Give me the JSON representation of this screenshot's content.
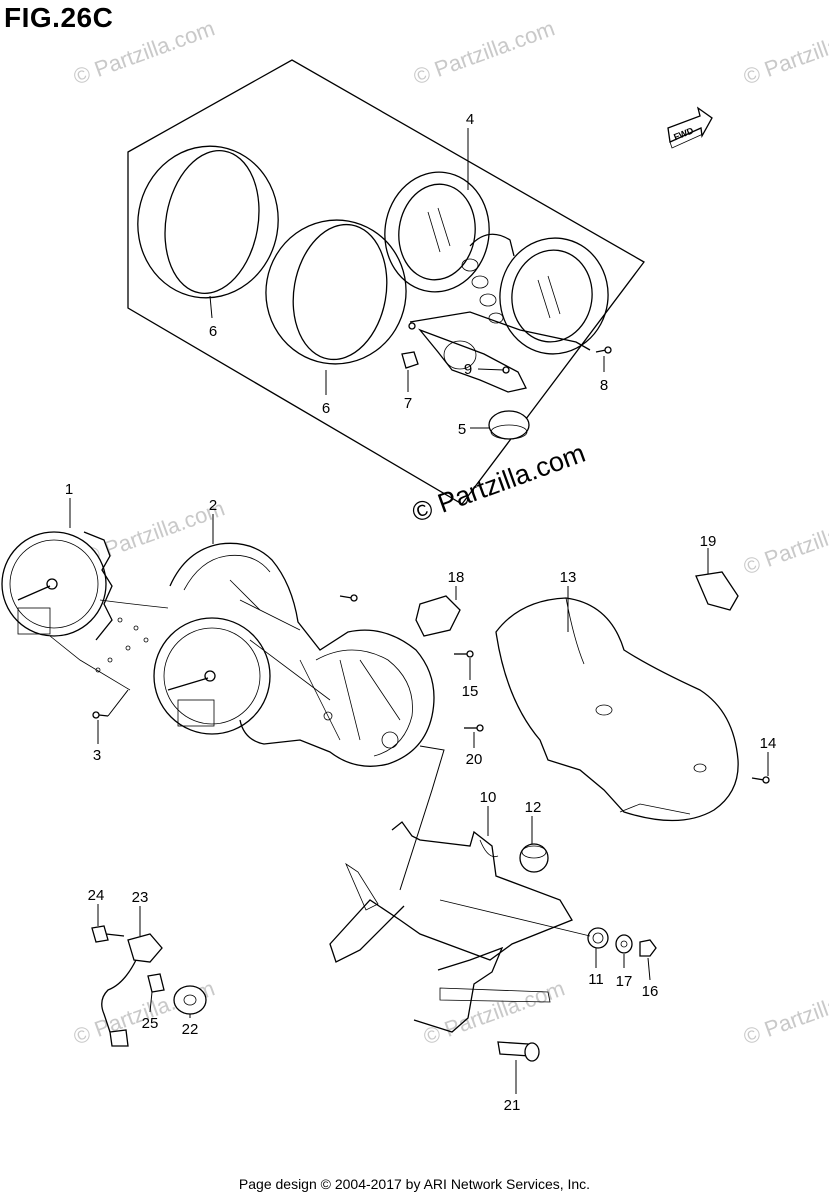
{
  "figure": {
    "title": "FIG.26C"
  },
  "watermark": {
    "brand": "© Partzilla.com",
    "repeat": "© Partzilla.com"
  },
  "fwd_label": "FWD",
  "footer": {
    "text": "Page design © 2004-2017 by ARI Network Services, Inc."
  },
  "callouts": [
    "1",
    "2",
    "3",
    "4",
    "5",
    "6",
    "6",
    "7",
    "8",
    "9",
    "10",
    "11",
    "12",
    "13",
    "14",
    "15",
    "16",
    "17",
    "18",
    "19",
    "20",
    "21",
    "22",
    "23",
    "24",
    "25"
  ]
}
